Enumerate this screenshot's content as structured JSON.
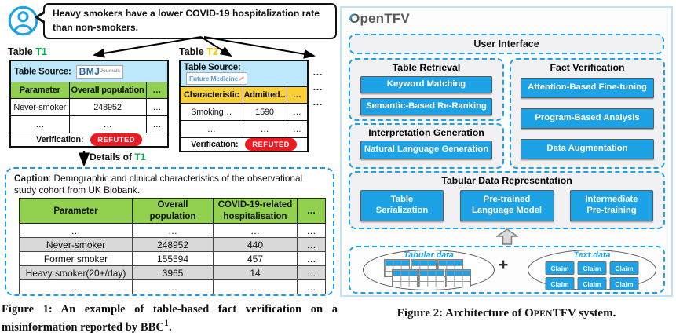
{
  "colors": {
    "accent_blue": "#1EA2E6",
    "header_green": "#92D050",
    "header_yellow": "#F9CF35",
    "refuted_red": "#EC1C24",
    "source_bar_blue": "#BDE7FA",
    "gray_row": "#D9D9D9",
    "t1_label_green": "#00B050",
    "t2_label_orange": "#FFC000"
  },
  "figure1": {
    "claim": "Heavy smokers have a lower COVID-19 hospitalization rate\nthan non-smokers.",
    "table_t1": {
      "label_prefix": "Table ",
      "label_id": "T1",
      "source_label": "Table Source:",
      "source_name": "BMJ",
      "source_suffix": "Journals",
      "headers": [
        "Parameter",
        "Overall population",
        "…"
      ],
      "rows": [
        [
          "Never-smoker",
          "248952",
          "…"
        ],
        [
          "…",
          "…",
          "…"
        ]
      ],
      "verification_label": "Verification:",
      "verdict": "REFUTED"
    },
    "table_t2": {
      "label_prefix": "Table ",
      "label_id": "T2",
      "source_label": "Table Source:",
      "source_name": "Future Medicine",
      "headers": [
        "Characteristic",
        "Admitted…",
        "…"
      ],
      "rows": [
        [
          "Smoking…",
          "1590",
          "…"
        ],
        [
          "…",
          "…",
          "…"
        ]
      ],
      "verification_label": "Verification:",
      "verdict": "REFUTED"
    },
    "more_tables": [
      "…",
      "…",
      "…"
    ],
    "details_arrow": {
      "prefix": "Details of ",
      "table_id": "T1"
    },
    "details": {
      "caption_label": "Caption",
      "caption_text": ": Demographic and clinical characteristics of the observational\nstudy cohort from UK Biobank.",
      "headers": [
        "Parameter",
        "Overall\npopulation",
        "COVID-19-related\nhospitalisation",
        "…"
      ],
      "rows": [
        [
          "…",
          "…",
          "…",
          "…"
        ],
        [
          "Never-smoker",
          "248952",
          "440",
          "…"
        ],
        [
          "Former smoker",
          "155594",
          "457",
          "…"
        ],
        [
          "Heavy smoker(20+/day)",
          "3965",
          "14",
          "…"
        ],
        [
          "…",
          "…",
          "…",
          "…"
        ]
      ]
    },
    "caption": {
      "main": "Figure 1: An example of table-based fact verification on a misinformation reported by BBC",
      "superscript": "1",
      "tail": "."
    }
  },
  "figure2": {
    "logo": {
      "o": "O",
      "rest": "penTFV"
    },
    "user_interface": "User Interface",
    "table_retrieval": {
      "title": "Table Retrieval",
      "items": [
        "Keyword Matching",
        "Semantic-Based Re-Ranking"
      ]
    },
    "fact_verification": {
      "title": "Fact Verification",
      "items": [
        "Attention-Based Fine-tuning",
        "Program-Based Analysis",
        "Data Augmentation"
      ]
    },
    "interpretation_generation": {
      "title": "Interpretation Generation",
      "items": [
        "Natural Language Generation"
      ]
    },
    "tabular_data_representation": {
      "title": "Tabular Data Representation",
      "items": [
        "Table\nSerialization",
        "Pre-trained\nLanguage Model",
        "Intermediate\nPre-training"
      ]
    },
    "data_sources": {
      "tabular_label": "Tabular data",
      "plus": "+",
      "text_label": "Text data",
      "claim_chip": "Claim"
    },
    "caption": {
      "prefix": "Figure 2: Architecture of ",
      "name_cap": "O",
      "name_smallcaps": "pen",
      "name_rest": "TFV",
      "suffix": " system."
    }
  }
}
